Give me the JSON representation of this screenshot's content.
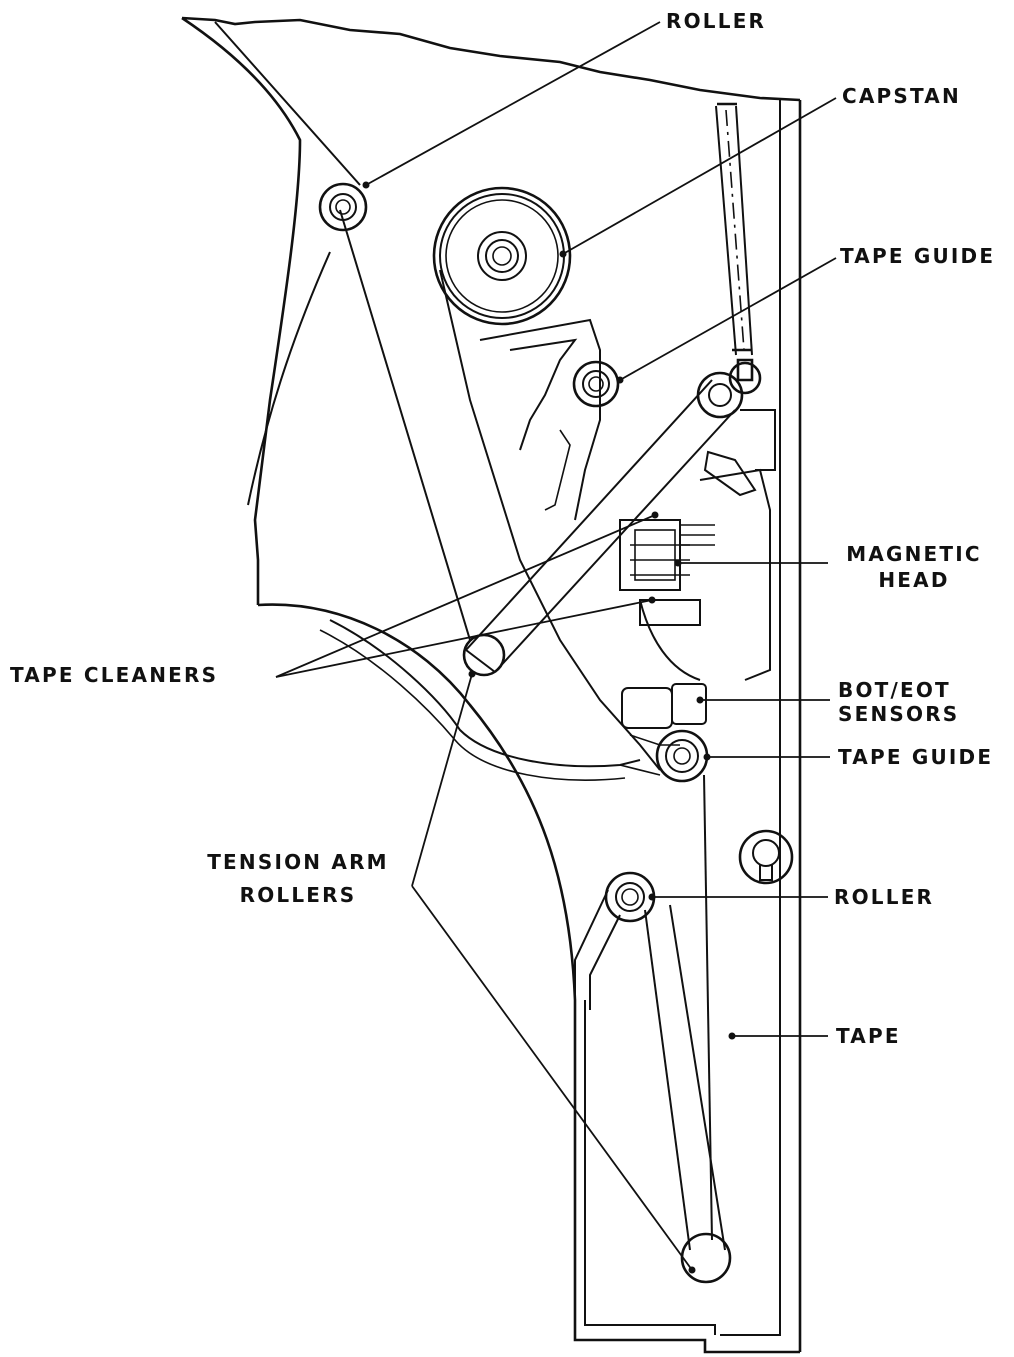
{
  "labels": {
    "roller_top": "ROLLER",
    "capstan": "CAPSTAN",
    "tape_guide_upper": "TAPE GUIDE",
    "magnetic_head_line1": "MAGNETIC",
    "magnetic_head_line2": "HEAD",
    "tape_cleaners": "TAPE CLEANERS",
    "bot_eot_line1": "BOT/EOT",
    "bot_eot_line2": "SENSORS",
    "tape_guide_lower": "TAPE GUIDE",
    "tension_arm_line1": "TENSION ARM",
    "tension_arm_line2": "ROLLERS",
    "roller_lower": "ROLLER",
    "tape": "TAPE"
  },
  "colors": {
    "ink": "#111111",
    "paper": "#ffffff"
  }
}
